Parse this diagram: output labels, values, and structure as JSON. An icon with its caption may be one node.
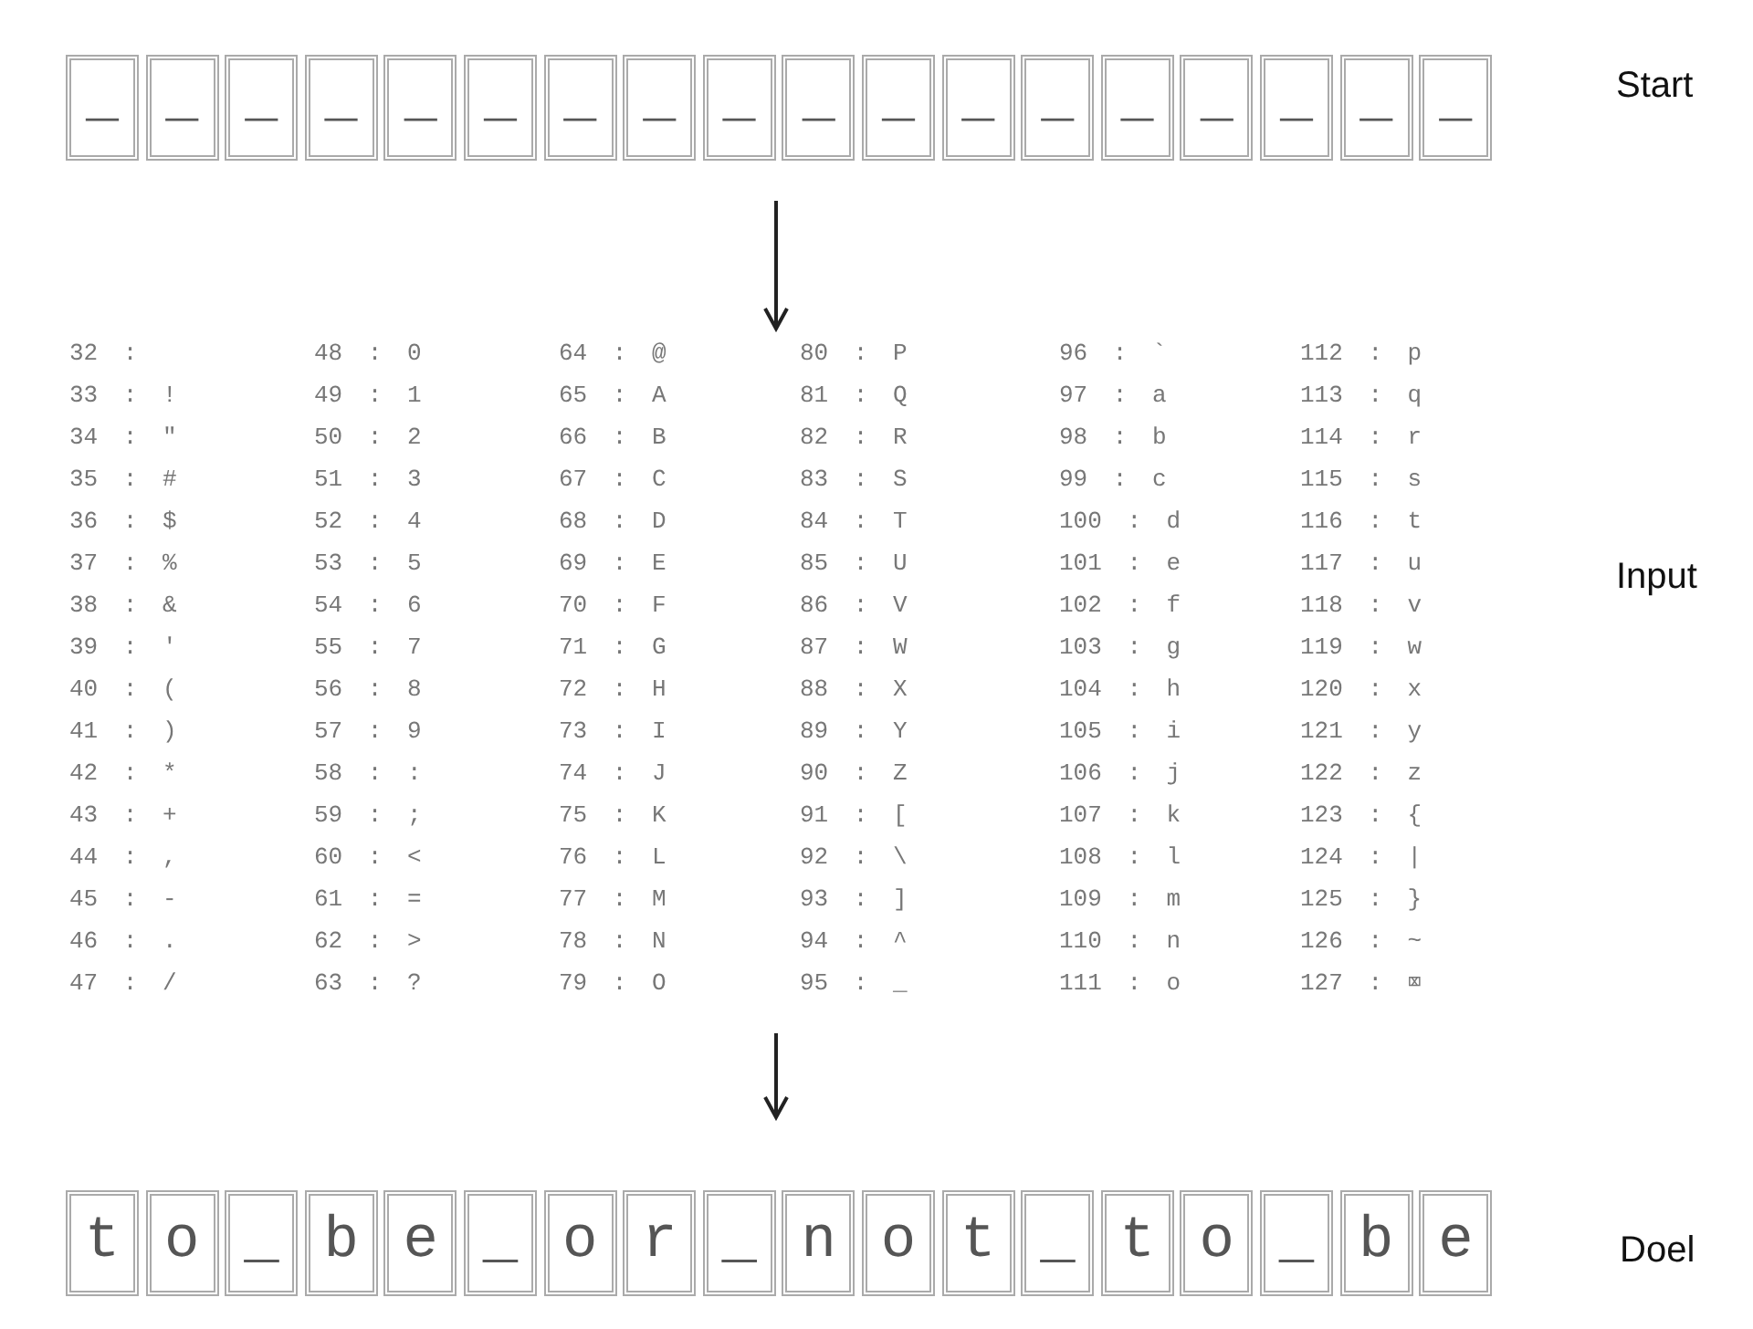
{
  "diagram": {
    "nodes": [
      {
        "text": [
          "_"
        ]
      },
      {
        "text": [
          "_"
        ]
      },
      {
        "text": [
          "_"
        ]
      },
      {
        "text": [
          "_"
        ]
      },
      {
        "text": [
          "_"
        ]
      },
      {
        "text": [
          "_"
        ]
      },
      {
        "text": [
          "_"
        ]
      },
      {
        "text": [
          "_"
        ]
      },
      {
        "text": [
          "_"
        ]
      },
      {
        "text": [
          "_"
        ]
      },
      {
        "text": [
          "_"
        ]
      },
      {
        "text": [
          "_"
        ]
      },
      {
        "text": [
          "_"
        ]
      },
      {
        "text": [
          "_"
        ]
      },
      {
        "text": [
          "_"
        ]
      },
      {
        "text": [
          "_"
        ]
      },
      {
        "text": [
          "_"
        ]
      },
      {
        "text": [
          "_"
        ]
      },
      {
        "text": [
          "32 :",
          "33 : !",
          "34 : \"",
          "35 : #",
          "36 : $",
          "37 : %",
          "38 : &",
          "39 : '",
          "40 : (",
          "41 : )",
          "42 : *",
          "43 : +",
          "44 : ,",
          "45 : -",
          "46 : .",
          "47 : /",
          "48 : 0",
          "49 : 1",
          "50 : 2",
          "51 : 3",
          "52 : 4",
          "53 : 5",
          "54 : 6",
          "55 : 7",
          "56 : 8",
          "57 : 9",
          "58 : :",
          "59 : ;",
          "60 : <",
          "61 : =",
          "62 : >",
          "63 : ?",
          "64 : @",
          "65 : A",
          "66 : B",
          "67 : C",
          "68 : D",
          "69 : E",
          "70 : F",
          "71 : G",
          "72 : H",
          "73 : I",
          "74 : J",
          "75 : K",
          "76 : L",
          "77 : M",
          "78 : N",
          "79 : O",
          "80 : P",
          "81 : Q",
          "82 : R",
          "83 : S",
          "84 : T",
          "85 : U",
          "86 : V",
          "87 : W",
          "88 : X",
          "89 : Y",
          "90 : Z",
          "91 : [",
          "92 : \\",
          "93 : ]",
          "94 : ^",
          "95 : _",
          "96 : `",
          "97 : a",
          "98 : b",
          "99 : c",
          "100 : d",
          "101 : e",
          "102 : f",
          "103 : g",
          "104 : h",
          "105 : i",
          "106 : j",
          "107 : k",
          "108 : l",
          "109 : m",
          "110 : n",
          "111 : o",
          "112 : p",
          "113 : q",
          "114 : r",
          "115 : s",
          "116 : t",
          "117 : u",
          "118 : v",
          "119 : w",
          "120 : x",
          "121 : y",
          "122 : z",
          "123 : {",
          "124 : |",
          "125 : }",
          "126 : ~",
          "127 : ⌧"
        ]
      },
      {
        "text": [
          "t"
        ]
      },
      {
        "text": [
          "o"
        ]
      },
      {
        "text": [
          "_"
        ]
      },
      {
        "text": [
          "b"
        ]
      },
      {
        "text": [
          "e"
        ]
      },
      {
        "text": [
          "_"
        ]
      },
      {
        "text": [
          "o"
        ]
      },
      {
        "text": [
          "r"
        ]
      },
      {
        "text": [
          "_"
        ]
      },
      {
        "text": [
          "n"
        ]
      },
      {
        "text": [
          "o"
        ]
      },
      {
        "text": [
          "t"
        ]
      },
      {
        "text": [
          "_"
        ]
      },
      {
        "text": [
          "t"
        ]
      },
      {
        "text": [
          "o"
        ]
      },
      {
        "text": [
          "_"
        ]
      },
      {
        "text": [
          "b"
        ]
      },
      {
        "text": [
          "e"
        ]
      }
    ],
    "edges": [
      {
        "from": null,
        "to": 18,
        "arrow": "to"
      },
      {
        "from": 18,
        "to": null,
        "arrow": "to"
      }
    ],
    "labels": [
      "Start",
      "Input",
      "Doel"
    ]
  }
}
